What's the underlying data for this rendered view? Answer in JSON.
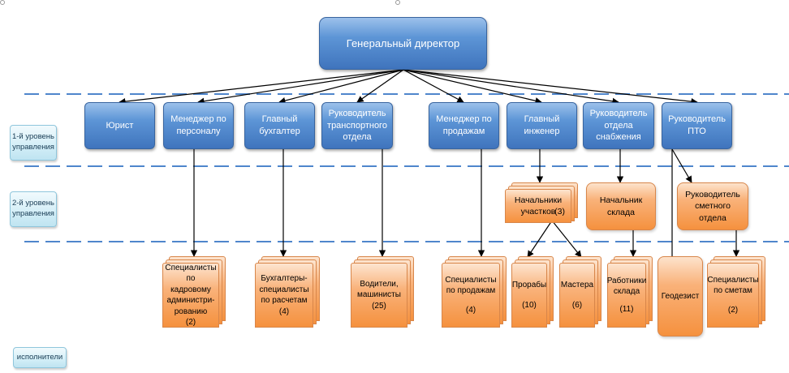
{
  "top": {
    "label": "Генеральный директор"
  },
  "level1": [
    {
      "id": "lawyer",
      "label": "Юрист"
    },
    {
      "id": "hr",
      "label": "Менеджер по персоналу"
    },
    {
      "id": "accountant",
      "label": "Главный бухгалтер"
    },
    {
      "id": "transport",
      "label": "Руководитель транспортного отдела"
    },
    {
      "id": "sales",
      "label": "Менеджер по продажам"
    },
    {
      "id": "engineer",
      "label": "Главный инженер"
    },
    {
      "id": "supply",
      "label": "Руководитель отдела снабжения"
    },
    {
      "id": "pto",
      "label": "Руководитель ПТО"
    }
  ],
  "level2": [
    {
      "id": "site_heads",
      "label": "Начальники участков",
      "count": "(3)"
    },
    {
      "id": "warehouse",
      "label": "Начальник склада"
    },
    {
      "id": "estimate",
      "label": "Руководитель сметного отдела"
    }
  ],
  "staff": [
    {
      "id": "hr_staff",
      "label": "Специалисты по кадровому администри-рованию",
      "count": "(2)"
    },
    {
      "id": "acc_staff",
      "label": "Бухгалтеры-специалисты по расчетам",
      "count": "(4)"
    },
    {
      "id": "drivers",
      "label": "Водители, машинисты",
      "count": "(25)"
    },
    {
      "id": "sales_staff",
      "label": "Специалисты по продажам",
      "count": "(4)"
    },
    {
      "id": "foremen",
      "label": "Прорабы",
      "count": "(10)"
    },
    {
      "id": "masters",
      "label": "Мастера",
      "count": "(6)"
    },
    {
      "id": "warehouse_staff",
      "label": "Работники склада",
      "count": "(11)"
    },
    {
      "id": "geodesist",
      "label": "Геодезист"
    },
    {
      "id": "estimators",
      "label": "Специалисты по сметам",
      "count": "(2)"
    }
  ],
  "levels": {
    "first": "1-й уровень управления",
    "second": "2-й уровень управления",
    "executors": "исполнители"
  },
  "colors": {
    "blue_box": "#4f86cc",
    "peach_box": "#f7a25c",
    "dashed_line": "#4f86cc",
    "arrow": "#000000",
    "level_label": "#d3eef7"
  }
}
